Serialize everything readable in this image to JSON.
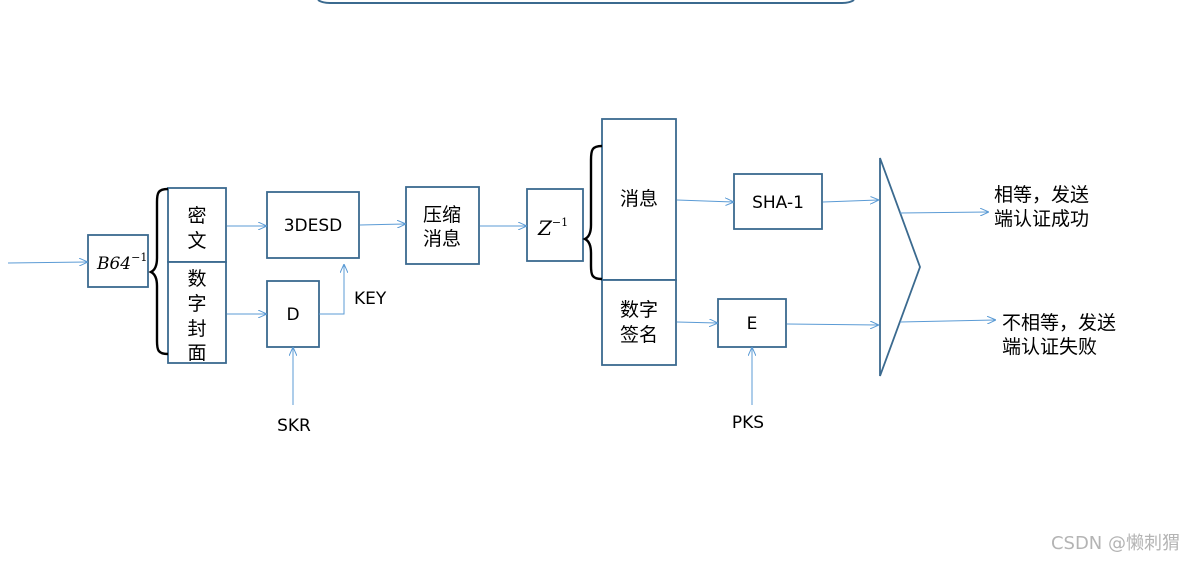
{
  "nodes": {
    "b64": {
      "base": "B64",
      "sup": "−1"
    },
    "ciphertext": [
      "密",
      "文"
    ],
    "digital_envelope": [
      "数",
      "字",
      "封",
      "面"
    ],
    "des": "3DESD",
    "d": "D",
    "key": "KEY",
    "skr": "SKR",
    "compress": [
      "压缩",
      "消息"
    ],
    "z": {
      "base": "Z",
      "sup": "−1"
    },
    "message": "消息",
    "signature": [
      "数字",
      "签名"
    ],
    "sha": "SHA-1",
    "e": "E",
    "pks": "PKS",
    "equal_result": [
      "相等，发送",
      "端认证成功"
    ],
    "unequal_result": [
      "不相等，发送",
      "端认证失败"
    ]
  },
  "watermark": "CSDN @懒刺猬",
  "colors": {
    "box_border": "#3b6a8f",
    "arrow": "#5b9bd5",
    "brace": "#000000"
  }
}
